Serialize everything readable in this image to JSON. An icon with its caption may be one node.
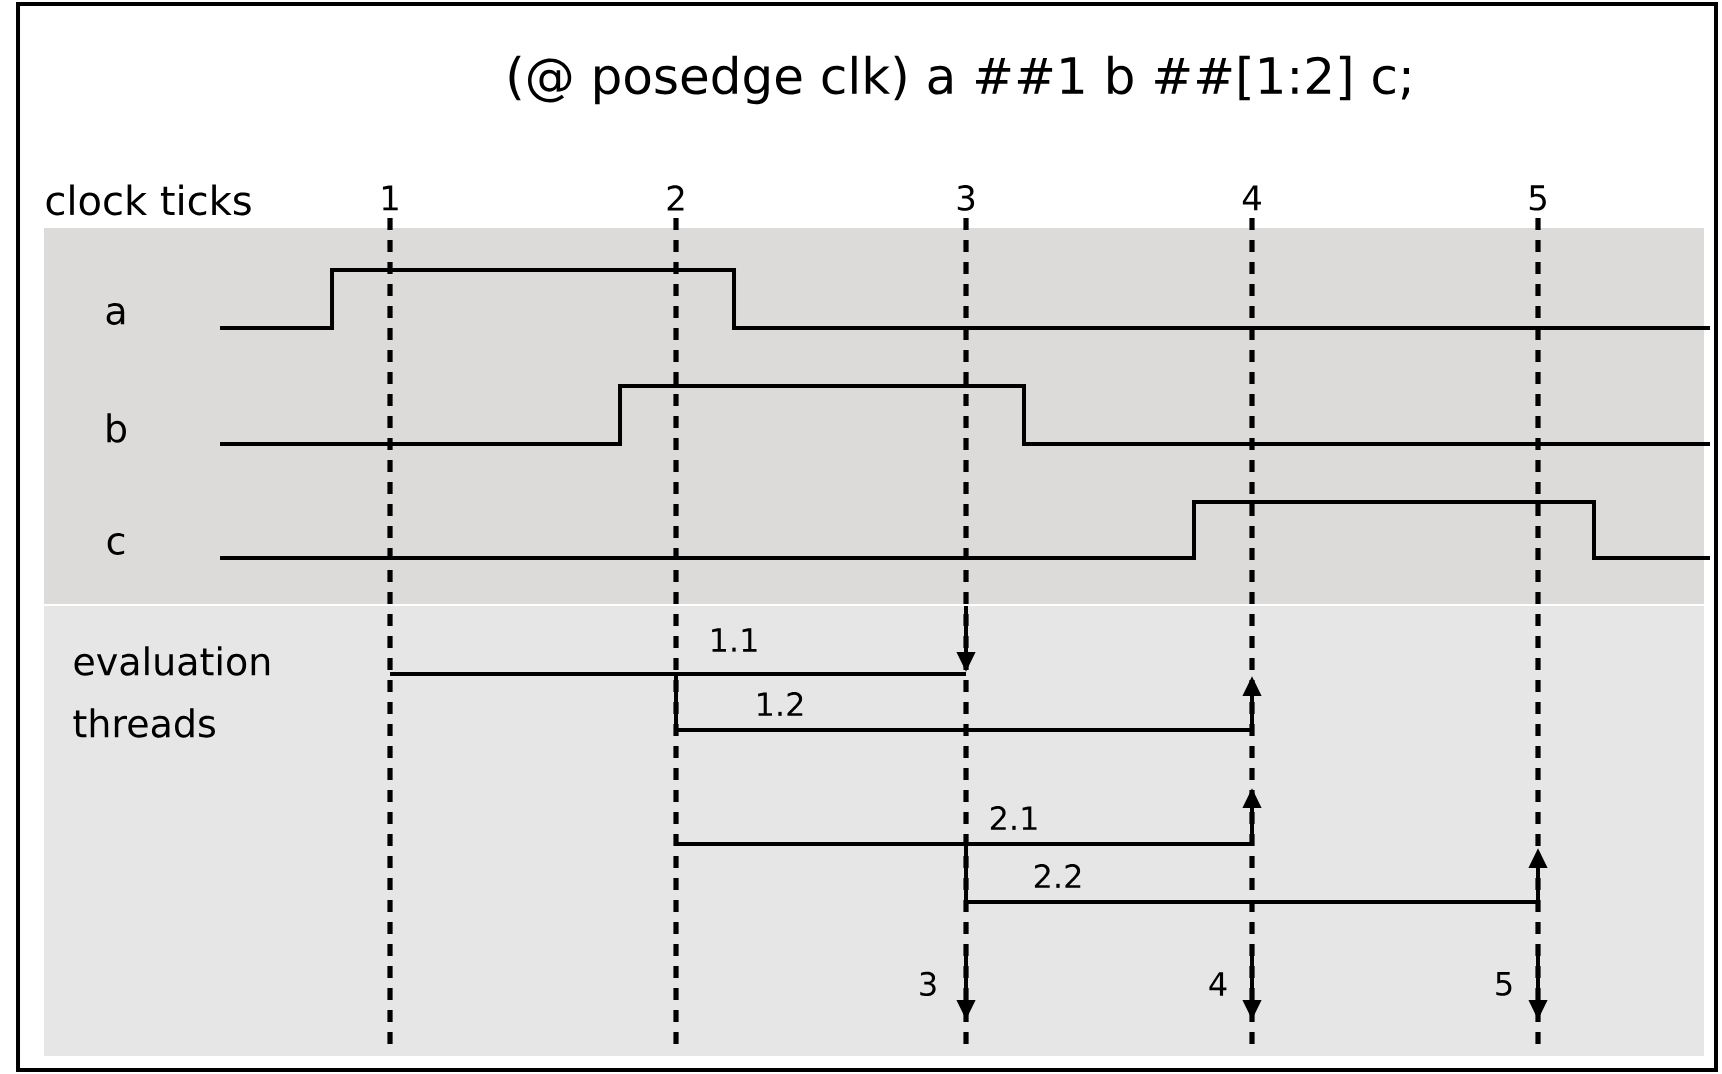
{
  "diagram": {
    "title": "(@ posedge clk) a ##1 b ##[1:2] c;",
    "labels": [
      "clock ticks",
      "1",
      "2",
      "3",
      "4",
      "5",
      "a",
      "b",
      "c",
      "evaluation threads",
      "1.1",
      "1.2",
      "2.1",
      "2.2",
      "3",
      "4",
      "5"
    ]
  }
}
